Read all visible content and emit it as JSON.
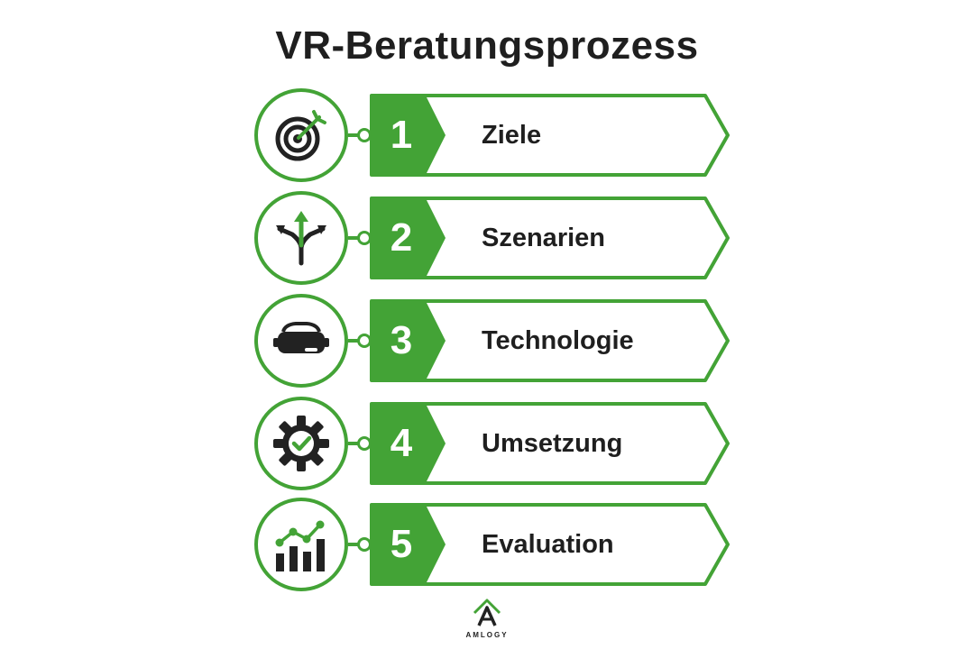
{
  "title": "VR-Beratungsprozess",
  "accent_color": "#43a336",
  "steps": [
    {
      "number": "1",
      "label": "Ziele",
      "icon": "target-icon"
    },
    {
      "number": "2",
      "label": "Szenarien",
      "icon": "split-arrows-icon"
    },
    {
      "number": "3",
      "label": "Technologie",
      "icon": "vr-headset-icon"
    },
    {
      "number": "4",
      "label": "Umsetzung",
      "icon": "gear-check-icon"
    },
    {
      "number": "5",
      "label": "Evaluation",
      "icon": "bar-chart-icon"
    }
  ],
  "logo": {
    "text": "AMLOGY"
  }
}
